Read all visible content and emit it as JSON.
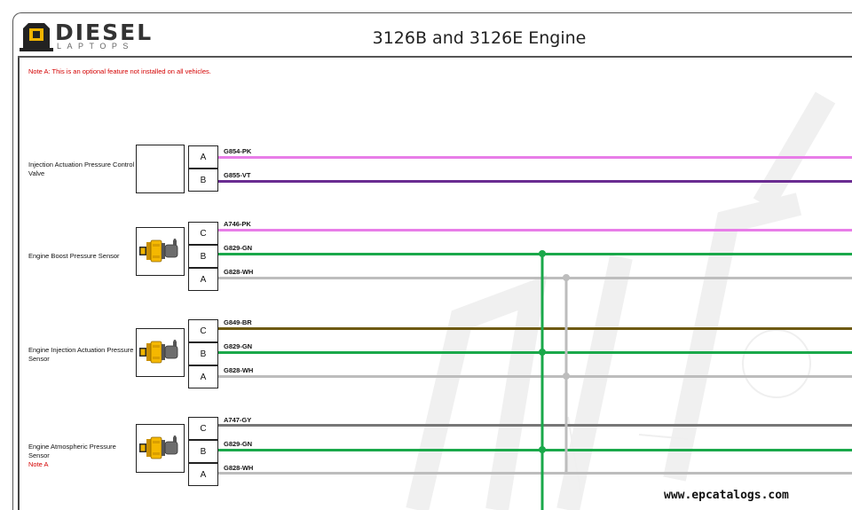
{
  "header": {
    "brand": "DIESEL",
    "brand_sub": "LAPTOPS",
    "title": "3126B and 3126E Engine"
  },
  "note_a": "Note A: This is an optional feature not installed on all vehicles.",
  "components": [
    {
      "label": "Injection Actuation Pressure Control Valve",
      "note": "",
      "has_sensor_icon": false,
      "pins": [
        {
          "pin": "A",
          "wire": "G854-PK",
          "color": "#e87de8"
        },
        {
          "pin": "B",
          "wire": "G855-VT",
          "color": "#6a2c91"
        }
      ]
    },
    {
      "label": "Engine Boost Pressure Sensor",
      "note": "",
      "has_sensor_icon": true,
      "pins": [
        {
          "pin": "C",
          "wire": "A746-PK",
          "color": "#e87de8"
        },
        {
          "pin": "B",
          "wire": "G829-GN",
          "color": "#1aa84a"
        },
        {
          "pin": "A",
          "wire": "G828-WH",
          "color": "#bdbdbd"
        }
      ]
    },
    {
      "label": "Engine Injection Actuation Pressure Sensor",
      "note": "",
      "has_sensor_icon": true,
      "pins": [
        {
          "pin": "C",
          "wire": "G849-BR",
          "color": "#6e5a12"
        },
        {
          "pin": "B",
          "wire": "G829-GN",
          "color": "#1aa84a"
        },
        {
          "pin": "A",
          "wire": "G828-WH",
          "color": "#bdbdbd"
        }
      ]
    },
    {
      "label": "Engine Atmospheric Pressure Sensor",
      "note": "Note A",
      "has_sensor_icon": true,
      "pins": [
        {
          "pin": "C",
          "wire": "A747-GY",
          "color": "#777777"
        },
        {
          "pin": "B",
          "wire": "G829-GN",
          "color": "#1aa84a"
        },
        {
          "pin": "A",
          "wire": "G828-WH",
          "color": "#bdbdbd"
        }
      ]
    }
  ],
  "website": "www.epcatalogs.com",
  "icons": {
    "logo": "diesel-laptops-logo-icon",
    "sensor": "pressure-sensor-icon"
  }
}
